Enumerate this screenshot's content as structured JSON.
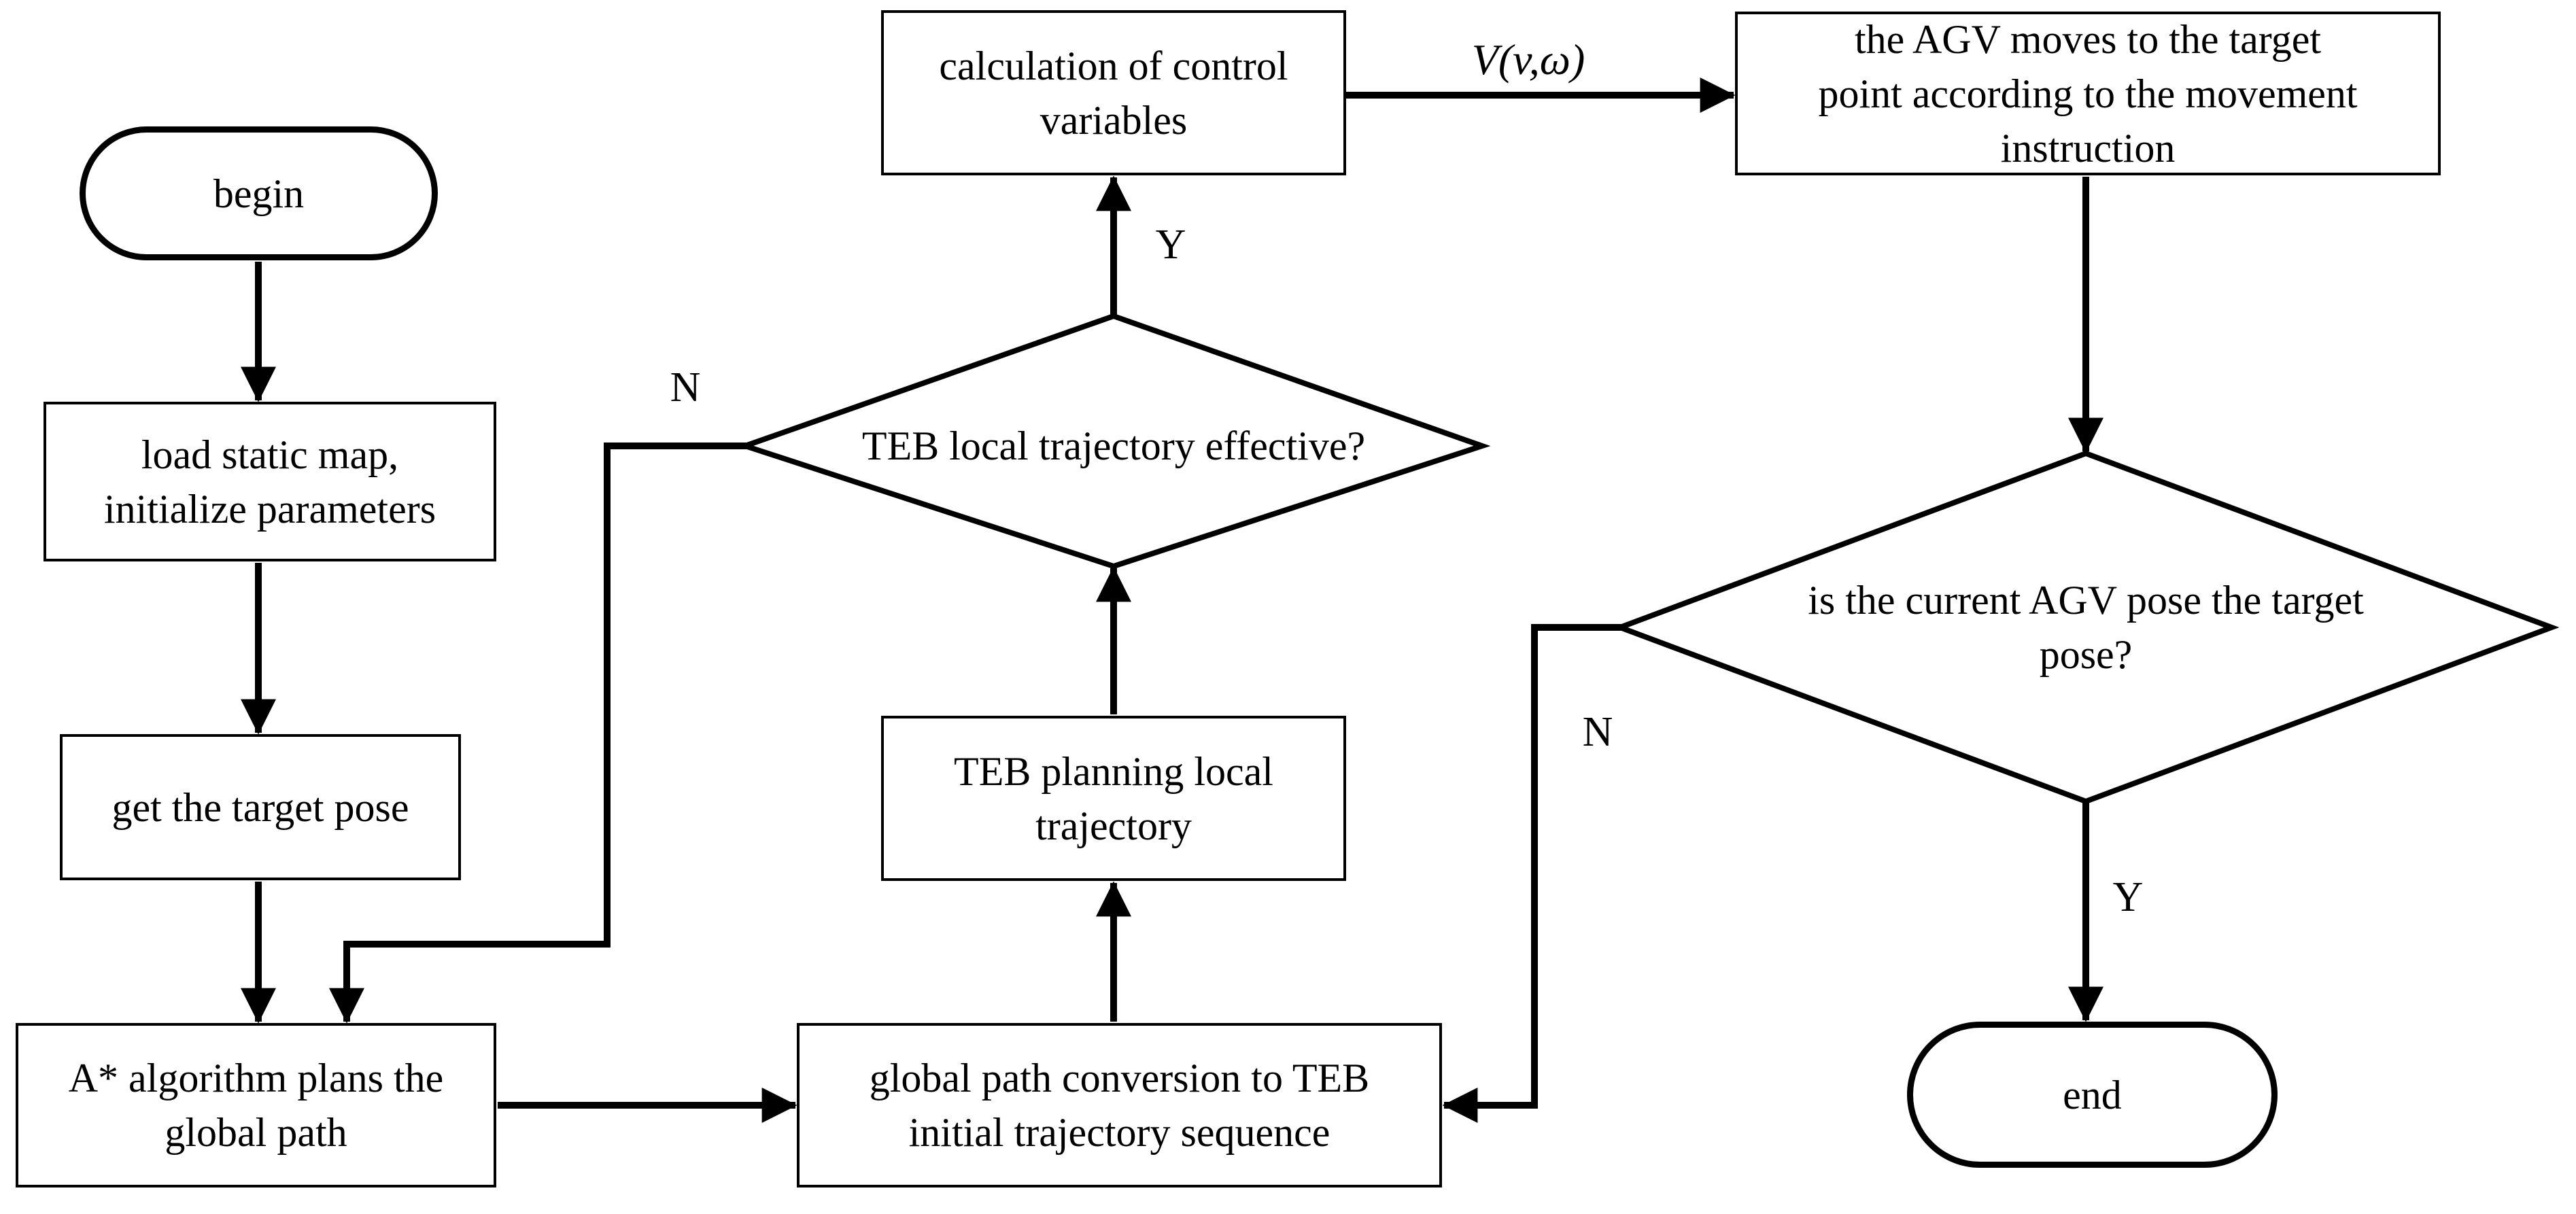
{
  "diagram": {
    "nodes": {
      "begin": {
        "line1": "begin"
      },
      "load_map": {
        "line1": "load static map,",
        "line2": "initialize parameters"
      },
      "get_target_pose": {
        "line1": "get the target pose"
      },
      "astar": {
        "line1": "A* algorithm plans the",
        "line2": "global path"
      },
      "calc_control": {
        "line1": "calculation of control",
        "line2": "variables"
      },
      "agv_moves": {
        "line1": "the AGV moves to the target",
        "line2": "point according to the movement",
        "line3": "instruction"
      },
      "teb_effective": {
        "line1": "TEB local trajectory effective?"
      },
      "teb_planning": {
        "line1": "TEB planning local",
        "line2": "trajectory"
      },
      "global_conversion": {
        "line1": "global path conversion to TEB",
        "line2": "initial trajectory sequence"
      },
      "agv_pose_target": {
        "line1": "is the current AGV pose the target",
        "line2": "pose?"
      },
      "end": {
        "line1": "end"
      }
    },
    "edge_labels": {
      "teb_effective_yes": "Y",
      "teb_effective_no": "N",
      "pose_target_yes": "Y",
      "pose_target_no": "N",
      "control_output": "V(v,ω)"
    },
    "colors": {
      "stroke": "#000000",
      "background": "#ffffff"
    }
  }
}
